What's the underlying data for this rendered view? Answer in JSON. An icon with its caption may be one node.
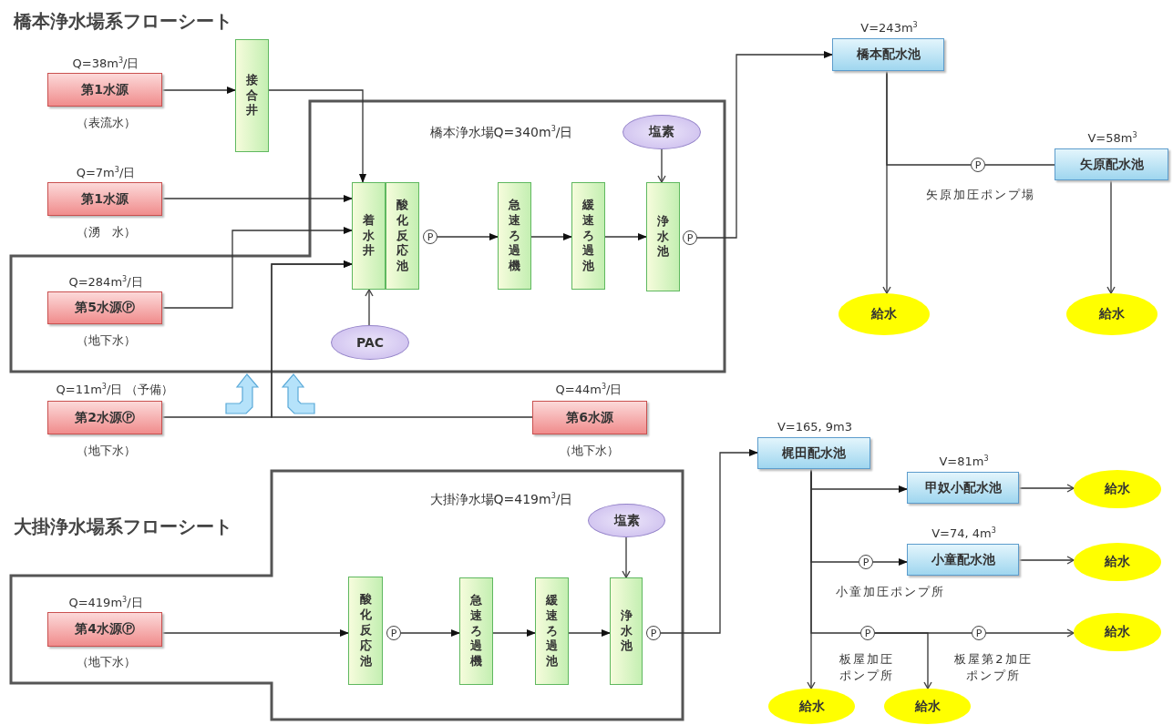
{
  "diagram": {
    "title": "橋本浄水場系フローシート",
    "nodes": [
      {
        "text": [
          "第1水源"
        ],
        "beside": [
          "Q=38m$^{3}$/日",
          "（表流水）"
        ]
      },
      {
        "text": [
          "接合井"
        ]
      },
      {
        "text": [
          "第1水源"
        ],
        "beside": [
          "Q=7m$^{3}$/日",
          "（湧　水）"
        ]
      },
      {
        "text": [
          "橋本浄水場Q=340m$^{3}$/日"
        ]
      },
      {
        "text": [
          "第5水源Ⓟ"
        ],
        "beside": [
          "Q=284m$^{3}$/日",
          "（地下水）"
        ],
        "in": 3
      },
      {
        "text": [
          "着水井"
        ],
        "in": 3
      },
      {
        "text": [
          "酸化反応池"
        ],
        "in": 3
      },
      {
        "text": [
          "急速ろ過機"
        ],
        "in": 3
      },
      {
        "text": [
          "緩速ろ過池"
        ],
        "in": 3
      },
      {
        "text": [
          "浄水池"
        ],
        "in": 3
      },
      {
        "text": [
          "塩素"
        ],
        "in": 3
      },
      {
        "text": [
          "PAC"
        ],
        "in": 3
      },
      {
        "text": [
          "第2水源Ⓟ"
        ],
        "beside": [
          "Q=11m$^{3}$/日 （予備）",
          "（地下水）"
        ]
      },
      {
        "text": [
          "第6水源"
        ],
        "beside": [
          "Q=44m$^{3}$/日",
          "（地下水）"
        ]
      },
      {
        "text": [
          "橋本配水池"
        ],
        "beside": [
          "V=243m$^{3}$"
        ]
      },
      {
        "text": [
          "矢原配水池"
        ],
        "beside": [
          "V=58m$^{3}$"
        ]
      },
      {
        "text": [
          "給水"
        ]
      },
      {
        "text": [
          "給水"
        ]
      },
      {
        "text": [
          "大掛浄水場Q=419m$^{3}$/日"
        ]
      },
      {
        "text": [
          "第4水源Ⓟ"
        ],
        "beside": [
          "Q=419m$^{3}$/日",
          "（地下水）"
        ],
        "in": 18
      },
      {
        "text": [
          "酸化反応池"
        ],
        "in": 18
      },
      {
        "text": [
          "急速ろ過機"
        ],
        "in": 18
      },
      {
        "text": [
          "緩速ろ過池"
        ],
        "in": 18
      },
      {
        "text": [
          "浄水池"
        ],
        "in": 18
      },
      {
        "text": [
          "塩素"
        ],
        "in": 18
      },
      {
        "text": [
          "梶田配水池"
        ],
        "beside": [
          "V=165, 9m3"
        ]
      },
      {
        "text": [
          "甲奴小配水池"
        ],
        "beside": [
          "V=81m$^{3}$"
        ]
      },
      {
        "text": [
          "小童配水池"
        ],
        "beside": [
          "V=74, 4m$^{3}$"
        ]
      },
      {
        "text": [
          "給水"
        ]
      },
      {
        "text": [
          "給水"
        ]
      },
      {
        "text": [
          "給水"
        ]
      },
      {
        "text": [
          "給水"
        ]
      },
      {
        "text": [
          "給水"
        ]
      },
      {
        "text": [
          "P"
        ],
        "in": 3
      },
      {
        "text": [
          "P"
        ],
        "in": 3
      },
      {
        "text": [
          "P"
        ],
        "beside": [
          "矢原加圧ポンプ場"
        ]
      },
      {
        "text": [
          "P"
        ],
        "in": 18
      },
      {
        "text": [
          "P"
        ],
        "in": 18
      },
      {
        "text": [
          "P"
        ],
        "beside": [
          "小童加圧ポンプ所"
        ]
      },
      {
        "text": [
          "P"
        ],
        "beside": [
          "板屋加圧ポンプ所"
        ]
      },
      {
        "text": [
          "P"
        ],
        "beside": [
          "板屋第2加圧ポンプ所"
        ]
      }
    ],
    "edges": [
      {
        "from": 0,
        "to": 1,
        "arrow": "to"
      },
      {
        "from": 1,
        "to": 5,
        "arrow": "to"
      },
      {
        "from": 2,
        "to": 5,
        "arrow": "to"
      },
      {
        "from": 4,
        "to": 5,
        "arrow": "to"
      },
      {
        "from": 12,
        "to": 5,
        "arrow": "to"
      },
      {
        "from": 13,
        "to": 5,
        "arrow": "to"
      },
      {
        "from": 11,
        "to": 5,
        "arrow": "to"
      },
      {
        "from": 33,
        "to": 7,
        "arrow": "to"
      },
      {
        "from": 7,
        "to": 8,
        "arrow": "to"
      },
      {
        "from": 8,
        "to": 9,
        "arrow": "to"
      },
      {
        "from": 10,
        "to": 9,
        "arrow": "to"
      },
      {
        "from": 34,
        "to": 14,
        "arrow": "to"
      },
      {
        "from": 14,
        "to": 16,
        "arrow": "to"
      },
      {
        "from": 14,
        "to": 35,
        "arrow": "none"
      },
      {
        "from": 35,
        "to": 15,
        "arrow": "none"
      },
      {
        "from": 15,
        "to": 17,
        "arrow": "to"
      },
      {
        "from": 19,
        "to": 20,
        "arrow": "to"
      },
      {
        "from": 36,
        "to": 21,
        "arrow": "to"
      },
      {
        "from": 21,
        "to": 22,
        "arrow": "to"
      },
      {
        "from": 22,
        "to": 23,
        "arrow": "to"
      },
      {
        "from": 24,
        "to": 23,
        "arrow": "to"
      },
      {
        "from": 37,
        "to": 25,
        "arrow": "to"
      },
      {
        "from": 25,
        "to": 31,
        "arrow": "to"
      },
      {
        "from": 25,
        "to": 26,
        "arrow": "to"
      },
      {
        "from": 25,
        "to": 38,
        "arrow": "none"
      },
      {
        "from": 38,
        "to": 27,
        "arrow": "to"
      },
      {
        "from": 26,
        "to": 28,
        "arrow": "to"
      },
      {
        "from": 27,
        "to": 29,
        "arrow": "to"
      },
      {
        "from": 25,
        "to": 39,
        "arrow": "none"
      },
      {
        "from": 39,
        "to": 40,
        "arrow": "none"
      },
      {
        "from": 40,
        "to": 30,
        "arrow": "to"
      },
      {
        "from": 39,
        "to": 32,
        "arrow": "to"
      }
    ],
    "labels": [
      "大掛浄水場系フローシート"
    ]
  }
}
